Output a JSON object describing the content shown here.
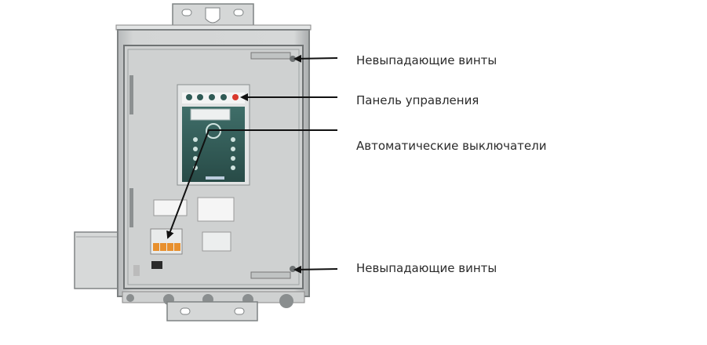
{
  "callouts": {
    "captive_screws_top": "Невыпадающие винты",
    "control_panel": "Панель управления",
    "circuit_breakers": "Автоматические выключатели",
    "captive_screws_bottom": "Невыпадающие винты"
  },
  "colors": {
    "enclosure_body": "#c9cbcb",
    "enclosure_edge": "#7e8283",
    "control_panel_face": "#2f5a55",
    "indicator_red": "#d9382c",
    "breaker_orange": "#e8902e",
    "arrow": "#111111"
  }
}
